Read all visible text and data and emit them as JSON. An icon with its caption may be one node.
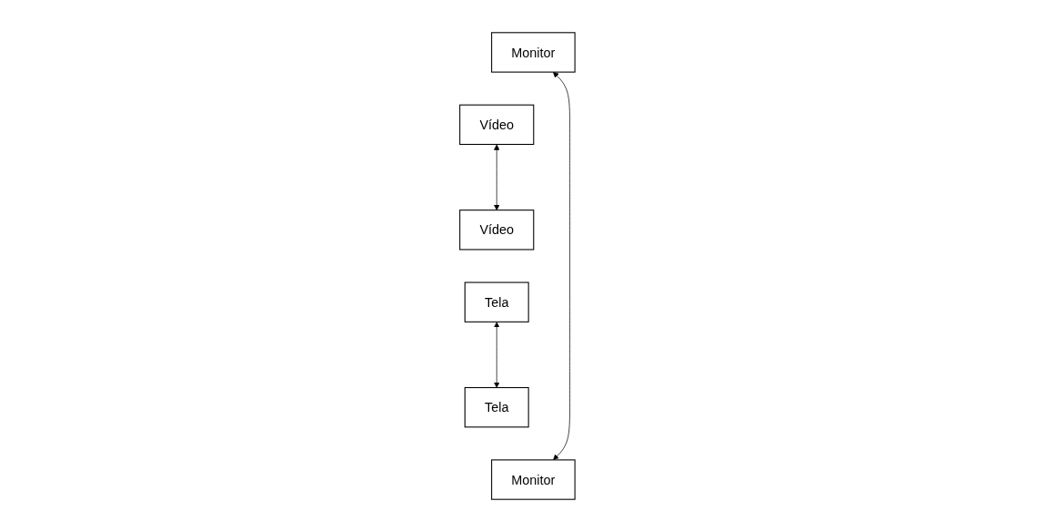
{
  "diagram": {
    "nodes": [
      {
        "text": [
          "Monitor"
        ]
      },
      {
        "text": [
          "Vídeo"
        ]
      },
      {
        "text": [
          "Vídeo"
        ]
      },
      {
        "text": [
          "Tela"
        ]
      },
      {
        "text": [
          "Tela"
        ]
      },
      {
        "text": [
          "Monitor"
        ]
      }
    ],
    "edges": [
      {
        "from": 1,
        "to": 2,
        "arrow": "both"
      },
      {
        "from": 3,
        "to": 4,
        "arrow": "both"
      },
      {
        "from": 5,
        "to": 0,
        "arrow": "both"
      }
    ]
  }
}
